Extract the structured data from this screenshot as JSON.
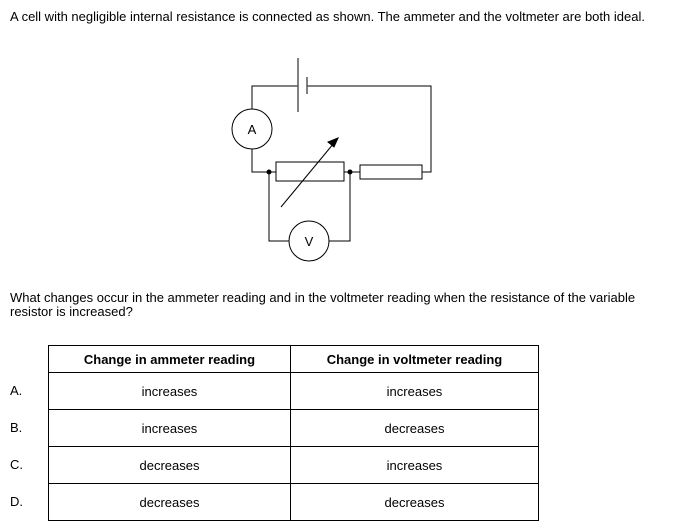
{
  "intro": "A cell with negligible internal resistance is connected as shown.  The ammeter and the voltmeter are both ideal.",
  "diagram": {
    "ammeter_label": "A",
    "voltmeter_label": "V"
  },
  "question": "What changes occur in the ammeter reading and in the voltmeter reading when the resistance of the variable resistor is increased?",
  "table": {
    "headers": [
      "Change in ammeter reading",
      "Change in voltmeter reading"
    ],
    "rows": [
      {
        "option": "A.",
        "ammeter": "increases",
        "voltmeter": "increases"
      },
      {
        "option": "B.",
        "ammeter": "increases",
        "voltmeter": "decreases"
      },
      {
        "option": "C.",
        "ammeter": "decreases",
        "voltmeter": "increases"
      },
      {
        "option": "D.",
        "ammeter": "decreases",
        "voltmeter": "decreases"
      }
    ]
  }
}
